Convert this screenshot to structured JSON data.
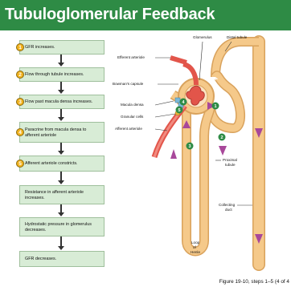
{
  "title": "Tubuloglomerular Feedback",
  "steps": [
    {
      "num": "1",
      "text": "GFR increases."
    },
    {
      "num": "2",
      "text": "Flow through tubule increases."
    },
    {
      "num": "3",
      "text": "Flow past macula densa increases."
    },
    {
      "num": "4",
      "text": "Paracrine from macula densa to afferent arteriole"
    },
    {
      "num": "5",
      "text": "Afferent arteriole constricts."
    },
    {
      "num": "",
      "text": "Resistance in afferent arteriole increases."
    },
    {
      "num": "",
      "text": "Hydrostatic pressure in glomerulus decreases."
    },
    {
      "num": "",
      "text": "GFR decreases."
    }
  ],
  "labels": {
    "glomerulus": "Glomerulus",
    "distal_tubule": "Distal tubule",
    "efferent_arteriole": "Efferent arteriole",
    "bowmans_capsule": "Bowman's capsule",
    "macula_densa": "Macula densa",
    "granular_cells": "Granular cells",
    "afferent_arteriole": "Afferent arteriole",
    "proximal_tubule_1": "Proximal",
    "proximal_tubule_2": "tubule",
    "collecting_duct_1": "Collecting",
    "collecting_duct_2": "duct",
    "loop_1": "Loop",
    "loop_2": "of",
    "loop_3": "Henle"
  },
  "diagram_markers": [
    "1",
    "2",
    "3",
    "4",
    "5"
  ],
  "caption": "Figure 19-10, steps 1–5 (4 of 4",
  "colors": {
    "title_bar": "#2e8b45",
    "box_fill": "#d8ecd6",
    "step_marker": "#f2b21c",
    "tubule": "#f5c98a",
    "vessel": "#e2554a",
    "flow_arrow": "#a8489a"
  }
}
